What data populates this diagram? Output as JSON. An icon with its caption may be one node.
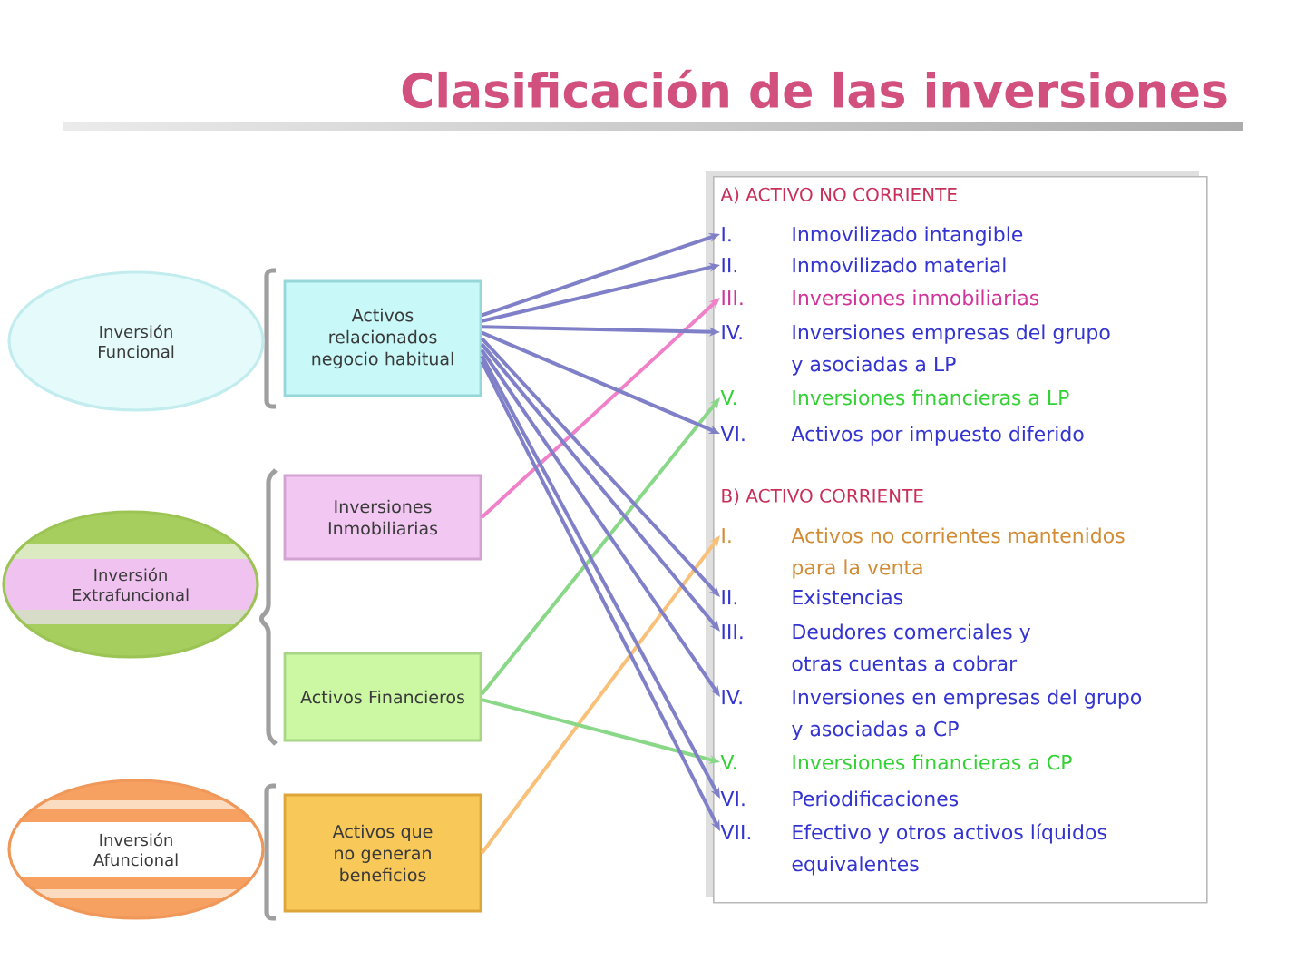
{
  "diagram": {
    "title": "Clasificación de las inversiones",
    "nodes": [
      {
        "text": [
          "Inversión Funcional"
        ]
      },
      {
        "text": [
          "Inversión Extrafuncional"
        ]
      },
      {
        "text": [
          "Inversión Afuncional"
        ]
      },
      {
        "text": [
          "Activos relacionados negocio habitual"
        ]
      },
      {
        "text": [
          "Inversiones Inmobiliarias"
        ]
      },
      {
        "text": [
          "Activos Financieros"
        ]
      },
      {
        "text": [
          "Activos que no generan beneficios"
        ]
      },
      {
        "text": [],
        "shape": "box"
      },
      {
        "text": [
          "I.",
          "Inmovilizado intangible"
        ],
        "in": 7
      },
      {
        "text": [
          "II.",
          "Inmovilizado material"
        ],
        "in": 7
      },
      {
        "text": [
          "III.",
          "Inversiones inmobiliarias"
        ],
        "in": 7
      },
      {
        "text": [
          "IV.",
          "Inversiones empresas del grupo y asociadas a LP"
        ],
        "in": 7
      },
      {
        "text": [
          "V.",
          "Inversiones financieras a LP"
        ],
        "in": 7
      },
      {
        "text": [
          "VI.",
          "Activos por impuesto diferido"
        ],
        "in": 7
      },
      {
        "text": [
          "I.",
          "Activos no corrientes mantenidos para la venta"
        ],
        "in": 7
      },
      {
        "text": [
          "II.",
          "Existencias"
        ],
        "in": 7
      },
      {
        "text": [
          "III.",
          "Deudores comerciales y otras cuentas a cobrar"
        ],
        "in": 7
      },
      {
        "text": [
          "IV.",
          "Inversiones en empresas del grupo y asociadas a CP"
        ],
        "in": 7
      },
      {
        "text": [
          "V.",
          "Inversiones financieras a CP"
        ],
        "in": 7
      },
      {
        "text": [
          "VI.",
          "Periodificaciones"
        ],
        "in": 7
      },
      {
        "text": [
          "VII.",
          "Efectivo y otros activos líquidos equivalentes"
        ],
        "in": 7
      }
    ],
    "edges": [
      {
        "from": 3,
        "to": 8,
        "arrow": "to"
      },
      {
        "from": 3,
        "to": 9,
        "arrow": "to"
      },
      {
        "from": 4,
        "to": 10,
        "arrow": "to",
        "color": "#f080c8"
      },
      {
        "from": 3,
        "to": 11,
        "arrow": "to"
      },
      {
        "from": 5,
        "to": 12,
        "arrow": "to",
        "color": "#88d888"
      },
      {
        "from": 3,
        "to": 13,
        "arrow": "to"
      },
      {
        "from": 6,
        "to": 14,
        "arrow": "to",
        "color": "#f8c078"
      },
      {
        "from": 3,
        "to": 15,
        "arrow": "to"
      },
      {
        "from": 3,
        "to": 16,
        "arrow": "to"
      },
      {
        "from": 3,
        "to": 17,
        "arrow": "to"
      },
      {
        "from": 5,
        "to": 18,
        "arrow": "to",
        "color": "#88d888"
      },
      {
        "from": 3,
        "to": 19,
        "arrow": "to"
      },
      {
        "from": 3,
        "to": 20,
        "arrow": "to"
      }
    ],
    "labels": [
      "A) ACTIVO NO CORRIENTE",
      "B) ACTIVO CORRIENTE"
    ]
  }
}
